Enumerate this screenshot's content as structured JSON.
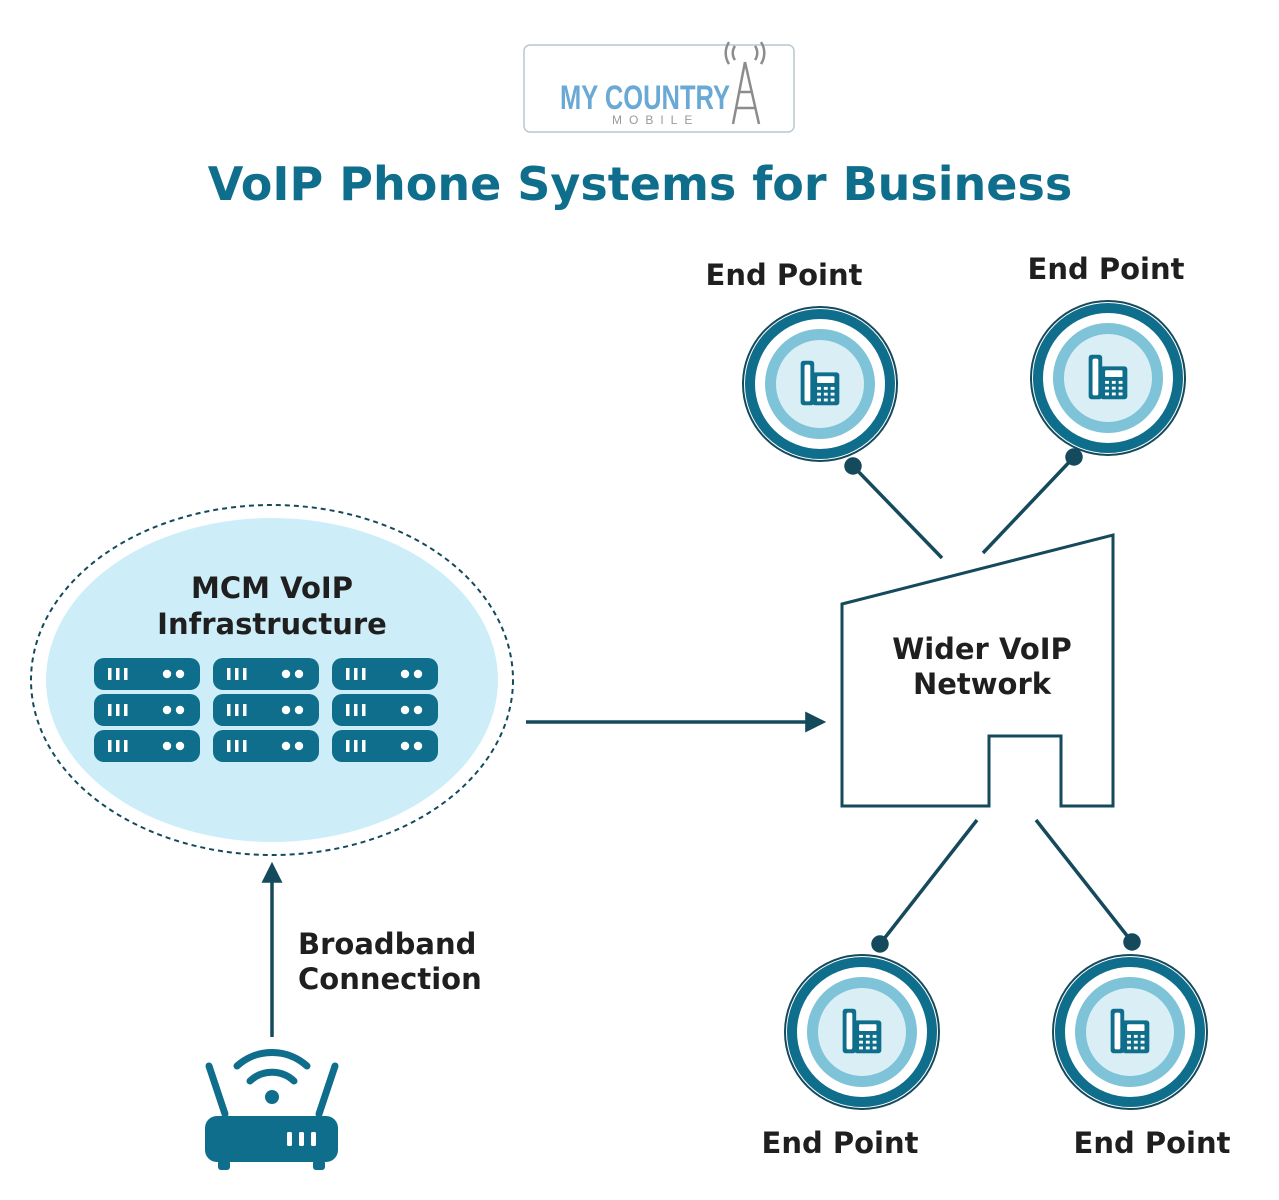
{
  "logo": {
    "text_main": "MY COUNTRY",
    "text_sub": "MOBILE"
  },
  "title": "VoIP Phone Systems for Business",
  "infrastructure": {
    "label_line1": "MCM VoIP",
    "label_line2": "Infrastructure"
  },
  "network": {
    "label_line1": "Wider VoIP",
    "label_line2": "Network"
  },
  "broadband": {
    "label_line1": "Broadband",
    "label_line2": "Connection"
  },
  "endpoints": [
    {
      "label": "End Point"
    },
    {
      "label": "End Point"
    },
    {
      "label": "End Point"
    },
    {
      "label": "End Point"
    }
  ],
  "colors": {
    "primary": "#0e6e8c",
    "dark": "#154a5c",
    "ring_mid": "#7fc3d8",
    "ring_inner": "#d9eef5",
    "cloud_fill": "#cdeef8",
    "text_dark": "#1f1f1f",
    "logo_gray": "#9a9a9a",
    "logo_blue": "#6aa9d6"
  },
  "icons": {
    "endpoint": "desk-phone-icon",
    "server": "server-rack-icon",
    "router": "wifi-router-icon",
    "logo": "cell-tower-icon"
  }
}
